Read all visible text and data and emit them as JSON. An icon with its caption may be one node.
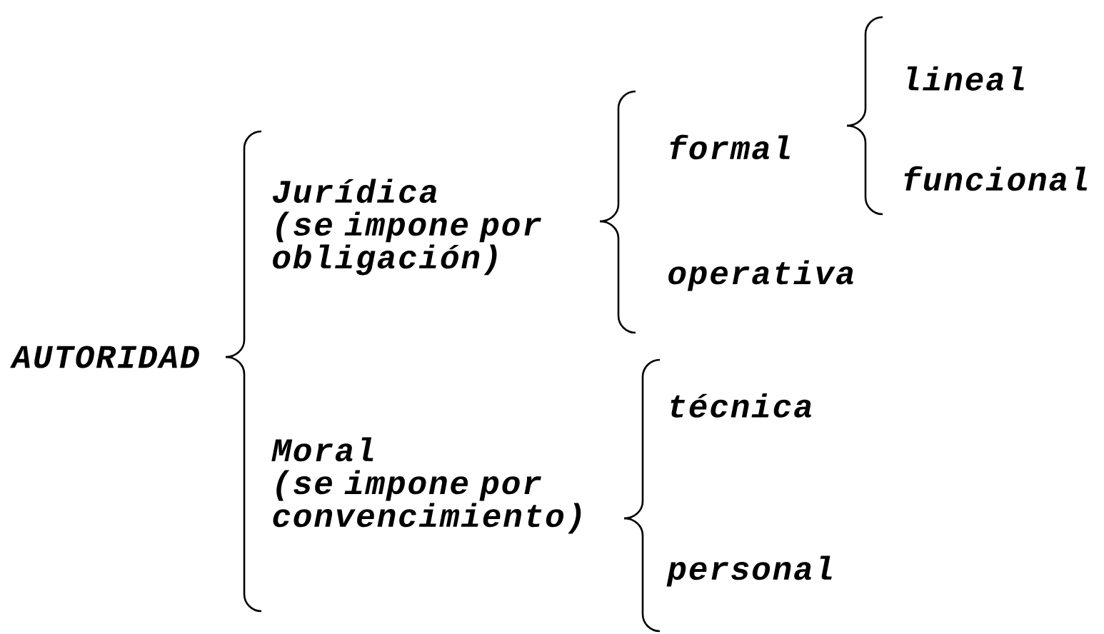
{
  "diagram": {
    "nodes": [
      {
        "text": [
          "AUTORIDAD"
        ]
      },
      {
        "text": [
          "Jurídica",
          "(se impone por obligación)"
        ]
      },
      {
        "text": [
          "formal"
        ]
      },
      {
        "text": [
          "lineal"
        ]
      },
      {
        "text": [
          "funcional"
        ]
      },
      {
        "text": [
          "operativa"
        ]
      },
      {
        "text": [
          "Moral",
          "(se impone por convencimiento)"
        ]
      },
      {
        "text": [
          "técnica"
        ]
      },
      {
        "text": [
          "personal"
        ]
      }
    ],
    "edges": [
      {
        "from": 0,
        "to": 1,
        "arrow": "none"
      },
      {
        "from": 0,
        "to": 6,
        "arrow": "none"
      },
      {
        "from": 1,
        "to": 2,
        "arrow": "none"
      },
      {
        "from": 1,
        "to": 5,
        "arrow": "none"
      },
      {
        "from": 2,
        "to": 3,
        "arrow": "none"
      },
      {
        "from": 2,
        "to": 4,
        "arrow": "none"
      },
      {
        "from": 6,
        "to": 7,
        "arrow": "none"
      },
      {
        "from": 6,
        "to": 8,
        "arrow": "none"
      }
    ]
  }
}
